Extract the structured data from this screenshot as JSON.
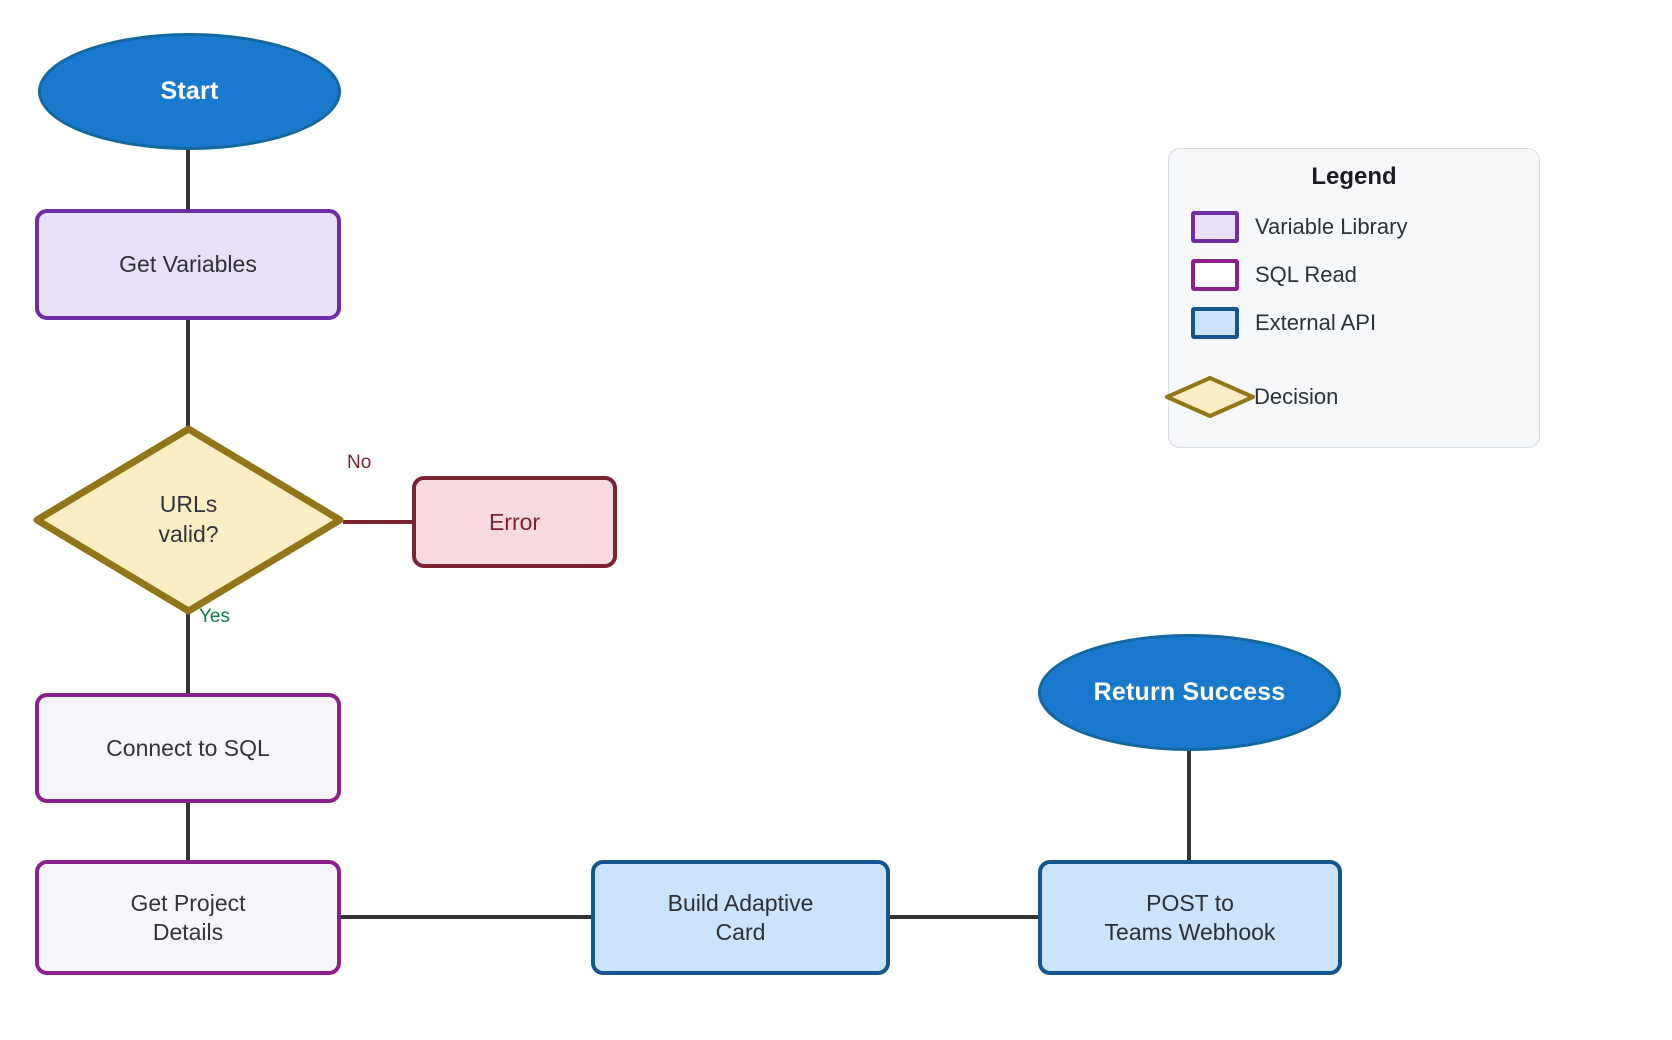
{
  "diagram": {
    "type": "flowchart",
    "nodes": [
      {
        "id": "start",
        "label": "Start",
        "shape": "ellipse",
        "style": "terminal"
      },
      {
        "id": "getvars",
        "label": "Get Variables",
        "shape": "rounded",
        "style": "variable-library"
      },
      {
        "id": "urlsvalid",
        "label_line1": "URLs",
        "label_line2": "valid?",
        "shape": "diamond",
        "style": "decision"
      },
      {
        "id": "error",
        "label": "Error",
        "shape": "rounded",
        "style": "error"
      },
      {
        "id": "connectsql",
        "label": "Connect to SQL",
        "shape": "rounded",
        "style": "sql-read"
      },
      {
        "id": "projdetails",
        "label_line1": "Get Project",
        "label_line2": "Details",
        "shape": "rounded",
        "style": "sql-read"
      },
      {
        "id": "adaptive",
        "label_line1": "Build Adaptive",
        "label_line2": "Card",
        "shape": "rounded",
        "style": "external-api"
      },
      {
        "id": "postteams",
        "label_line1": "POST to",
        "label_line2": "Teams Webhook",
        "shape": "rounded",
        "style": "external-api"
      },
      {
        "id": "success",
        "label": "Return Success",
        "shape": "ellipse",
        "style": "terminal"
      }
    ],
    "edges": [
      {
        "from": "start",
        "to": "getvars",
        "label": ""
      },
      {
        "from": "getvars",
        "to": "urlsvalid",
        "label": ""
      },
      {
        "from": "urlsvalid",
        "to": "error",
        "label": "No"
      },
      {
        "from": "urlsvalid",
        "to": "connectsql",
        "label": "Yes"
      },
      {
        "from": "connectsql",
        "to": "projdetails",
        "label": ""
      },
      {
        "from": "projdetails",
        "to": "adaptive",
        "label": ""
      },
      {
        "from": "adaptive",
        "to": "postteams",
        "label": ""
      },
      {
        "from": "postteams",
        "to": "success",
        "label": ""
      }
    ],
    "edge_labels": {
      "yes": "Yes",
      "no": "No"
    }
  },
  "legend": {
    "title": "Legend",
    "items": [
      {
        "label": "Variable Library",
        "swatch": "rect",
        "fill": "#e8dffb",
        "stroke": "#6f2da8"
      },
      {
        "label": "SQL Read",
        "swatch": "rect",
        "fill": "#ffffff",
        "stroke": "#8e1f8e"
      },
      {
        "label": "External API",
        "swatch": "rect",
        "fill": "#cbe4fb",
        "stroke": "#14558f"
      },
      {
        "label": "Decision",
        "swatch": "diamond",
        "fill": "#fbeec4",
        "stroke": "#94761a"
      }
    ]
  },
  "colors": {
    "terminal_fill": "#1879cd",
    "terminal_stroke": "#14679f",
    "decision_fill": "#fbeec4",
    "decision_stroke": "#94761a",
    "error_fill": "#f6dadf",
    "error_stroke": "#7d2230",
    "edge": "#333333",
    "yes_label": "#107c41",
    "no_label": "#7d2230"
  }
}
